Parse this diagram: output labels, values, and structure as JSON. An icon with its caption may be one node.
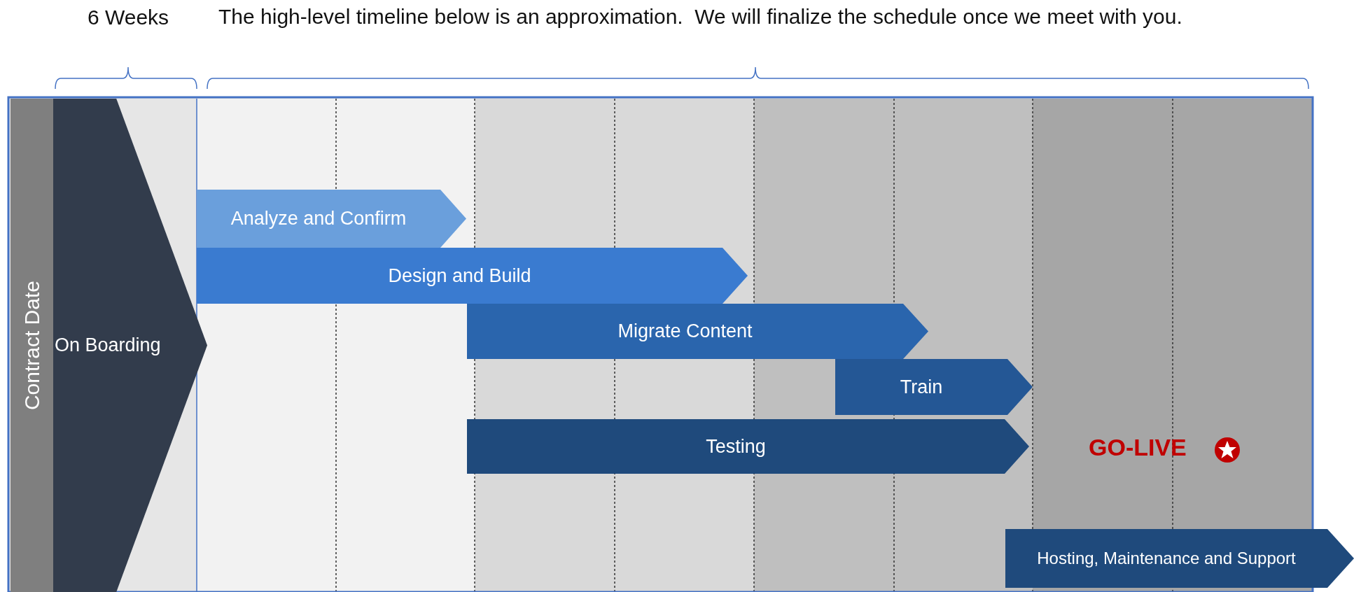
{
  "diagram": {
    "nodes": [
      {
        "text": [
          "Contract Date"
        ]
      },
      {
        "text": [
          "On Boarding"
        ]
      },
      {
        "text": [
          "Analyze and Confirm"
        ]
      },
      {
        "text": [
          "Design and Build"
        ]
      },
      {
        "text": [
          "Migrate Content"
        ]
      },
      {
        "text": [
          "Train"
        ]
      },
      {
        "text": [
          "Testing"
        ]
      },
      {
        "text": [
          "Hosting, Maintenance and Support"
        ]
      }
    ],
    "labels": [
      "6 Weeks",
      "The high-level timeline below is an approximation.  We will finalize the schedule once we meet with you.",
      "GO-LIVE"
    ]
  }
}
